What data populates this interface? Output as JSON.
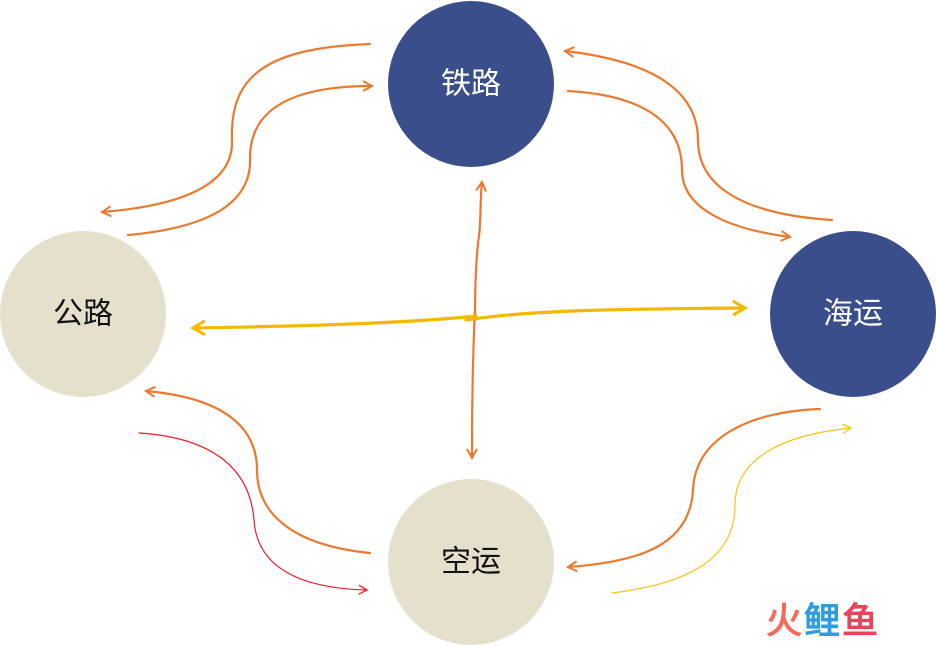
{
  "nodes": {
    "railway": {
      "label": "铁路",
      "fill": "#3b4e8c",
      "text_color": "#ffffff"
    },
    "road": {
      "label": "公路",
      "fill": "#e4e0cc",
      "text_color": "#111111"
    },
    "sea": {
      "label": "海运",
      "fill": "#3b4e8c",
      "text_color": "#ffffff"
    },
    "air": {
      "label": "空运",
      "fill": "#e4e0cc",
      "text_color": "#111111"
    }
  },
  "colors": {
    "orange_arrow": "#ea7a2f",
    "yellow_arrow": "#f3b800",
    "red_arrow": "#e8192c",
    "thin_yellow_arrow": "#f6c21a"
  },
  "watermark": {
    "part1": "火",
    "part2": "鲤",
    "part3": "鱼"
  }
}
